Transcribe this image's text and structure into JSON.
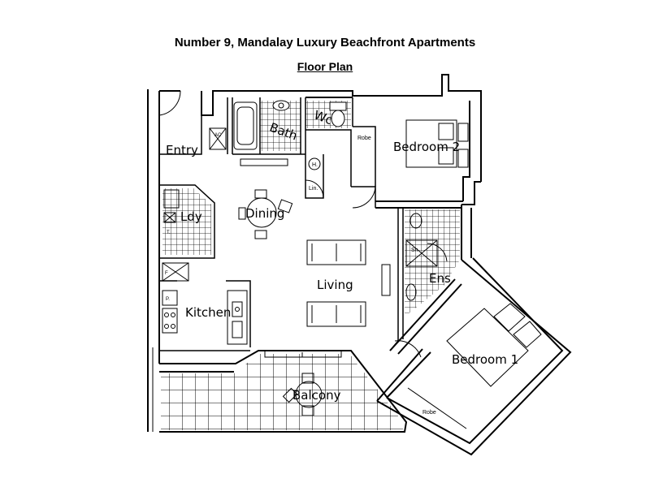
{
  "header": {
    "title": "Number 9, Mandalay Luxury Beachfront Apartments",
    "subtitle": "Floor Plan"
  },
  "rooms": {
    "entry": "Entry",
    "bath": "Bath",
    "wc": "Wc",
    "robe_top": "Robe",
    "bedroom2": "Bedroom 2",
    "hws": "H.",
    "linen": "Lin.",
    "dining": "Dining",
    "laundry": "Ldy",
    "laundry_tub": "T.",
    "living": "Living",
    "shower": "Sh",
    "ensuite": "Ens",
    "kitchen": "Kitchen",
    "pantry": "P.",
    "fridge": "F",
    "aircon": "AC",
    "bedroom1": "Bedroom 1",
    "robe_bottom": "Robe",
    "balcony": "Balcony"
  },
  "colors": {
    "ink": "#000000",
    "paper": "#ffffff"
  }
}
